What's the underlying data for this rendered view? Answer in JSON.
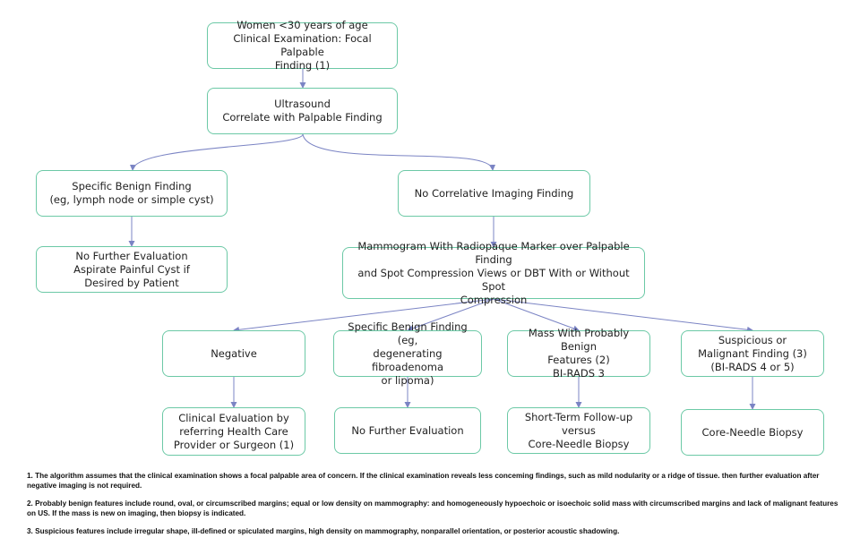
{
  "nodes": {
    "n1": "Women <30 years of age\nClinical Examination: Focal Palpable\nFinding (1)",
    "n2": "Ultrasound\nCorrelate with Palpable Finding",
    "n3": "Specific Benign Finding\n(eg, lymph node or simple cyst)",
    "n4": "No Correlative Imaging Finding",
    "n5": "No Further Evaluation\nAspirate Painful Cyst if\nDesired by Patient",
    "n6": "Mammogram With Radiopaque Marker over Palpable Finding\nand Spot Compression Views or DBT With or Without Spot\nCompression",
    "n7": "Negative",
    "n8": "Specific Benign Finding (eg,\ndegenerating fibroadenoma\nor lipoma)",
    "n9": "Mass With Probably Benign\nFeatures (2)\nBI-RADS 3",
    "n10": "Suspicious or\nMalignant Finding (3)\n(BI-RADS 4 or 5)",
    "n11": "Clinical Evaluation by\nreferring Health Care\nProvider or Surgeon (1)",
    "n12": "No Further Evaluation",
    "n13": "Short-Term Follow-up versus\nCore-Needle Biopsy",
    "n14": "Core-Needle Biopsy"
  },
  "footnotes": [
    "1. The algorithm assumes that the clinical examination shows a focal palpable area of concern. If the clinical examination reveals less conceming findings, such as mild nodularity or a ridge of tissue. then further evaluation after negative imaging is not required.",
    "2. Probably benign features include round, oval, or circumscribed margins; equal or low density on mammography: and homogeneously hypoechoic or isoechoic solid mass with circumscribed margins and lack of malignant features on US. If the mass is new on imaging, then biopsy is indicated.",
    "3. Suspicious features include irregular shape, ill-defined or spiculated margins, high density on mammography, nonparallel orientation, or posterior acoustic shadowing."
  ],
  "colors": {
    "border": "#6cc9a6",
    "connector": "#7b84c4"
  }
}
